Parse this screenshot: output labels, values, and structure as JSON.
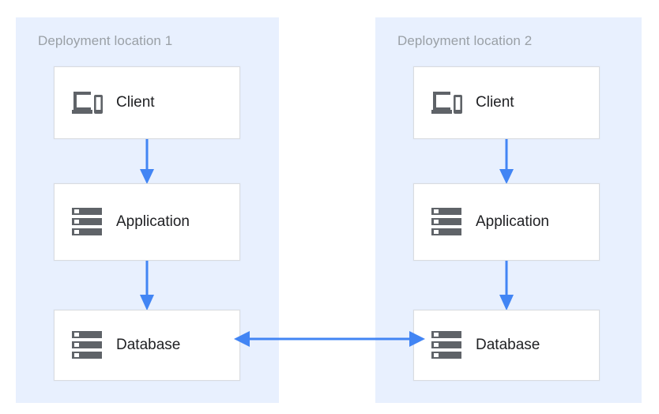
{
  "diagram": {
    "title_hidden": "",
    "colors": {
      "zone_fill": "#e8f0fe",
      "zone_title": "#9aa0a6",
      "node_fill": "#ffffff",
      "node_border": "#dadce0",
      "node_label": "#202124",
      "icon": "#5f6368",
      "arrow": "#4285f4",
      "canvas": "#ffffff"
    },
    "zones": [
      {
        "id": "location-1",
        "title": "Deployment location 1",
        "nodes": [
          {
            "id": "client",
            "label": "Client",
            "icon": "devices-icon"
          },
          {
            "id": "application",
            "label": "Application",
            "icon": "server-stack-icon"
          },
          {
            "id": "database",
            "label": "Database",
            "icon": "server-stack-icon"
          }
        ],
        "connectors": [
          {
            "from": "client",
            "to": "database",
            "via": "application",
            "direction": "down"
          },
          {
            "from": "application",
            "to": "database",
            "direction": "down"
          }
        ]
      },
      {
        "id": "location-2",
        "title": "Deployment location 2",
        "nodes": [
          {
            "id": "client",
            "label": "Client",
            "icon": "devices-icon"
          },
          {
            "id": "application",
            "label": "Application",
            "icon": "server-stack-icon"
          },
          {
            "id": "database",
            "label": "Database",
            "icon": "server-stack-icon"
          }
        ],
        "connectors": [
          {
            "from": "client",
            "to": "application",
            "direction": "down"
          },
          {
            "from": "application",
            "to": "database",
            "direction": "down"
          }
        ]
      }
    ],
    "cross_link": {
      "id": "database-replication-link",
      "from": "location-1.database",
      "to": "location-2.database",
      "direction": "bidirectional",
      "label": ""
    }
  }
}
